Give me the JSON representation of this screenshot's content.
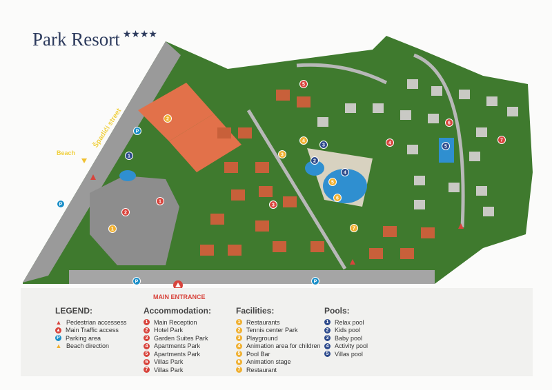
{
  "title": "Park Resort",
  "stars": "★★★★",
  "map_labels": {
    "street": "Špadići street",
    "beach": "Beach",
    "main_entrance": "MAIN ENTRANCE",
    "parking": "P"
  },
  "legend": {
    "title": "LEGEND:",
    "items": [
      {
        "icon": "pedestrian-triangle",
        "label": "Pedestrian accessess"
      },
      {
        "icon": "main-traffic-icon",
        "label": "Main Traffic access"
      },
      {
        "icon": "parking-icon",
        "label": "Parking area"
      },
      {
        "icon": "beach-arrow",
        "label": "Beach direction"
      }
    ]
  },
  "accommodation": {
    "title": "Accommodation:",
    "color": "#d8443c",
    "items": [
      {
        "n": "1",
        "label": "Main Reception"
      },
      {
        "n": "2",
        "label": "Hotel Park"
      },
      {
        "n": "3",
        "label": "Garden Suites Park"
      },
      {
        "n": "4",
        "label": "Apartments Park"
      },
      {
        "n": "5",
        "label": "Apartments Park"
      },
      {
        "n": "6",
        "label": "Villas Park"
      },
      {
        "n": "7",
        "label": "Villas Park"
      }
    ]
  },
  "facilities": {
    "title": "Facilities:",
    "color": "#f0b030",
    "items": [
      {
        "n": "1",
        "label": "Restaurants"
      },
      {
        "n": "2",
        "label": "Tennis center Park"
      },
      {
        "n": "3",
        "label": "Playground"
      },
      {
        "n": "4",
        "label": "Animation area for children"
      },
      {
        "n": "5",
        "label": "Pool Bar"
      },
      {
        "n": "6",
        "label": "Animation stage"
      },
      {
        "n": "7",
        "label": "Restaurant"
      }
    ]
  },
  "pools": {
    "title": "Pools:",
    "color": "#2d4a8c",
    "items": [
      {
        "n": "1",
        "label": "Relax pool"
      },
      {
        "n": "2",
        "label": "Kids pool"
      },
      {
        "n": "3",
        "label": "Baby pool"
      },
      {
        "n": "4",
        "label": "Activity pool"
      },
      {
        "n": "5",
        "label": "Villas pool"
      }
    ]
  }
}
